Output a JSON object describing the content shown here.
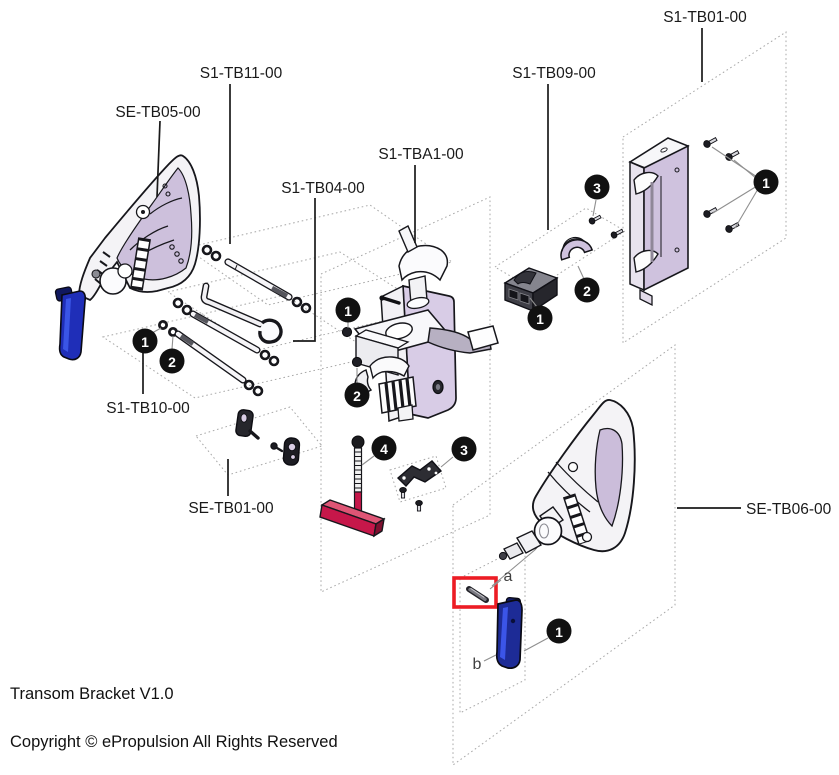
{
  "diagram": {
    "title": "Transom Bracket V1.0",
    "copyright": "Copyright © ePropulsion All Rights Reserved"
  },
  "labels": [
    {
      "id": "se-tb05",
      "text": "SE-TB05-00"
    },
    {
      "id": "s1-tb11",
      "text": "S1-TB11-00"
    },
    {
      "id": "s1-tb04",
      "text": "S1-TB04-00"
    },
    {
      "id": "s1-tba1",
      "text": "S1-TBA1-00"
    },
    {
      "id": "s1-tb09",
      "text": "S1-TB09-00"
    },
    {
      "id": "s1-tb01",
      "text": "S1-TB01-00"
    },
    {
      "id": "s1-tb10",
      "text": "S1-TB10-00"
    },
    {
      "id": "se-tb01",
      "text": "SE-TB01-00"
    },
    {
      "id": "se-tb06",
      "text": "SE-TB06-00"
    }
  ],
  "callouts": [
    {
      "n": "1",
      "group": "S1-TB10-00"
    },
    {
      "n": "2",
      "group": "S1-TB10-00"
    },
    {
      "n": "1",
      "group": "S1-TBA1-00"
    },
    {
      "n": "2",
      "group": "S1-TBA1-00"
    },
    {
      "n": "4",
      "group": "S1-TBA1-00"
    },
    {
      "n": "3",
      "group": "S1-TBA1-00"
    },
    {
      "n": "1",
      "group": "S1-TB09-00"
    },
    {
      "n": "2",
      "group": "S1-TB09-00"
    },
    {
      "n": "3",
      "group": "S1-TB09-00"
    },
    {
      "n": "1",
      "group": "S1-TB01-00"
    },
    {
      "n": "1",
      "group": "SE-TB06-00"
    }
  ],
  "letters": {
    "a": "a",
    "b": "b"
  },
  "highlight": {
    "marks_item": "a",
    "color": "#ec1c24"
  },
  "colors": {
    "part_lavender": "#cdc0dc",
    "part_white": "#f6f5f8",
    "outline": "#17171c",
    "handle_blue": "#1f2eb8",
    "tbar_red": "#c6174a",
    "highlight_red": "#ec1c24",
    "callout_black": "#111111",
    "panel_dash_gray": "#a8a8a8"
  }
}
